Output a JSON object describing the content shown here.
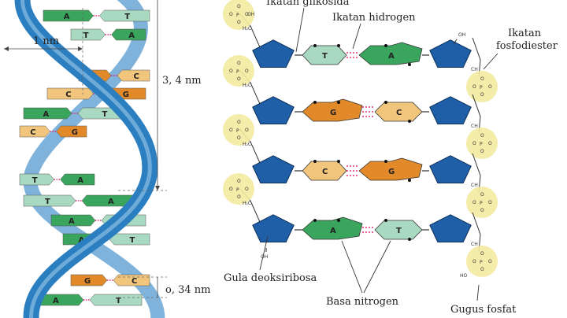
{
  "labels": {
    "ikatan_glikosida": "Ikatan glikosida",
    "ikatan_hidrogen": "Ikatan hidrogen",
    "ikatan_fosfodiester_1": "Ikatan",
    "ikatan_fosfodiester_2": "fosfodiester",
    "gula_deoksiribosa": "Gula deoksiribosa",
    "basa_nitrogen": "Basa nitrogen",
    "gugus_fosfat": "Gugus fosfat",
    "width": "1 nm",
    "pitch": "3, 4 nm",
    "rise": "o, 34 nm"
  },
  "helix_pairs": [
    {
      "left": "A",
      "right": "T"
    },
    {
      "left": "T",
      "right": "A"
    },
    {
      "left": "G",
      "right": "C"
    },
    {
      "left": "C",
      "right": "G"
    },
    {
      "left": "A",
      "right": "T"
    },
    {
      "left": "C",
      "right": "G"
    },
    {
      "left": "T",
      "right": "A"
    },
    {
      "left": "T",
      "right": "A"
    },
    {
      "left": "A",
      "right": "T"
    },
    {
      "left": "A",
      "right": "T"
    },
    {
      "left": "G",
      "right": "C"
    },
    {
      "left": "A",
      "right": "T"
    }
  ],
  "ladder_pairs": [
    {
      "left": "T",
      "right": "A"
    },
    {
      "left": "G",
      "right": "C"
    },
    {
      "left": "C",
      "right": "G"
    },
    {
      "left": "A",
      "right": "T"
    }
  ],
  "chem": {
    "P": "P",
    "O": "O",
    "OH": "OH",
    "HO": "HO",
    "CH2": "CH",
    "H2C": "H₂C"
  },
  "colors": {
    "A": "#3aa55c",
    "T": "#a9d9c0",
    "G": "#e2892a",
    "C": "#f2c57c",
    "sugar": "#1f5fa8",
    "phosphate": "#f3eaa0",
    "helix": "#2b7fc0"
  }
}
